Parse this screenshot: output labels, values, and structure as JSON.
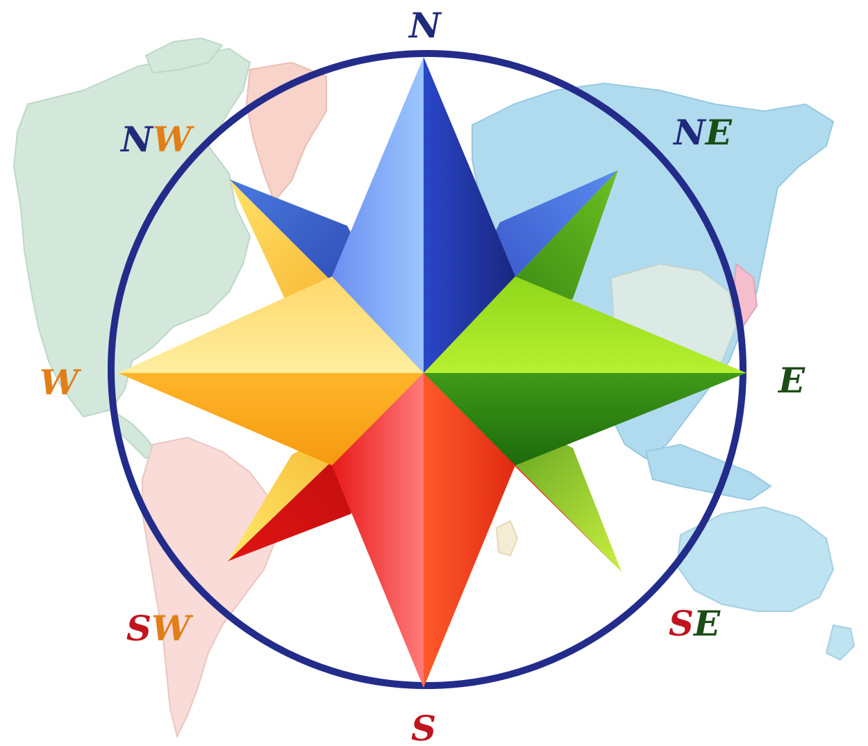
{
  "labels": {
    "n": "N",
    "s": "S",
    "e": "E",
    "w": "W",
    "nw_a": "N",
    "nw_b": "W",
    "ne_a": "N",
    "ne_b": "E",
    "sw_a": "S",
    "sw_b": "W",
    "se_a": "S",
    "se_b": "E"
  },
  "colors": {
    "north": "#1f2a7a",
    "south": "#c0141e",
    "east": "#1d4d16",
    "west": "#e07f1a",
    "ring": "#232c8a",
    "map_americas_north": "#cfe6d8",
    "map_south_america": "#f9d8d4",
    "map_greenland": "#f7cfc4",
    "map_eurasia": "#a8d8ee",
    "map_australia": "#b8e0f0"
  },
  "icons": [
    "compass-rose-icon"
  ]
}
